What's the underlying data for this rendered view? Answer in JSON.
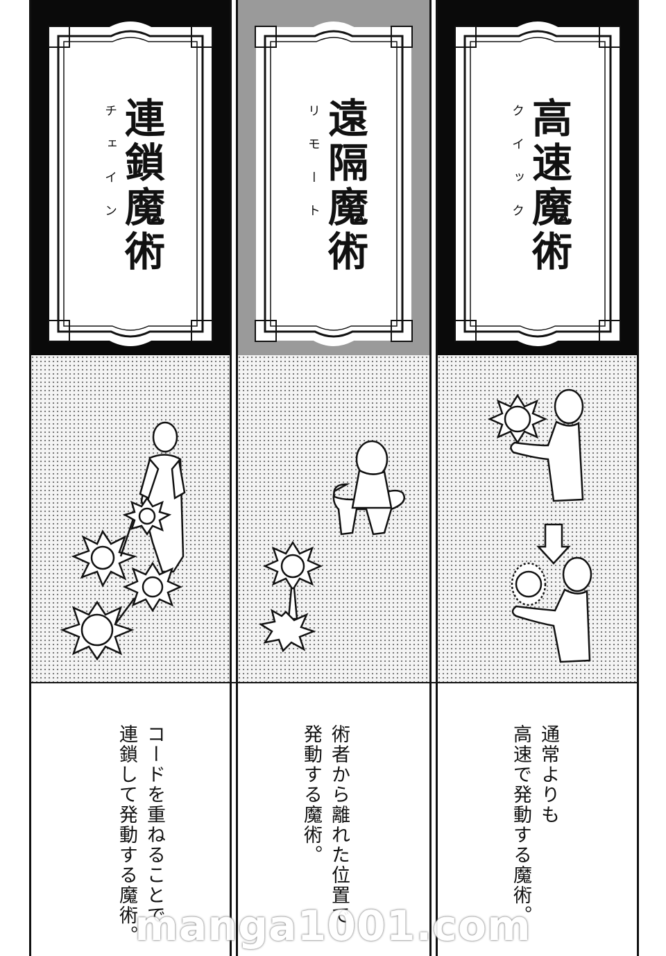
{
  "panels": [
    {
      "title": "連鎖魔術",
      "ruby": "チェイン",
      "description": "コードを重ねることで\n連鎖して発動する魔術。"
    },
    {
      "title": "遠隔魔術",
      "ruby": "リモート",
      "description": "術者から離れた位置で\n発動する魔術。"
    },
    {
      "title": "高速魔術",
      "ruby": "クイック",
      "description": "通常よりも\n高速で発動する魔術。"
    }
  ],
  "watermark": "manga1001.com",
  "colors": {
    "header_dark": "#0a0a0a",
    "header_gray": "#9a9a9a",
    "ink": "#111111"
  }
}
